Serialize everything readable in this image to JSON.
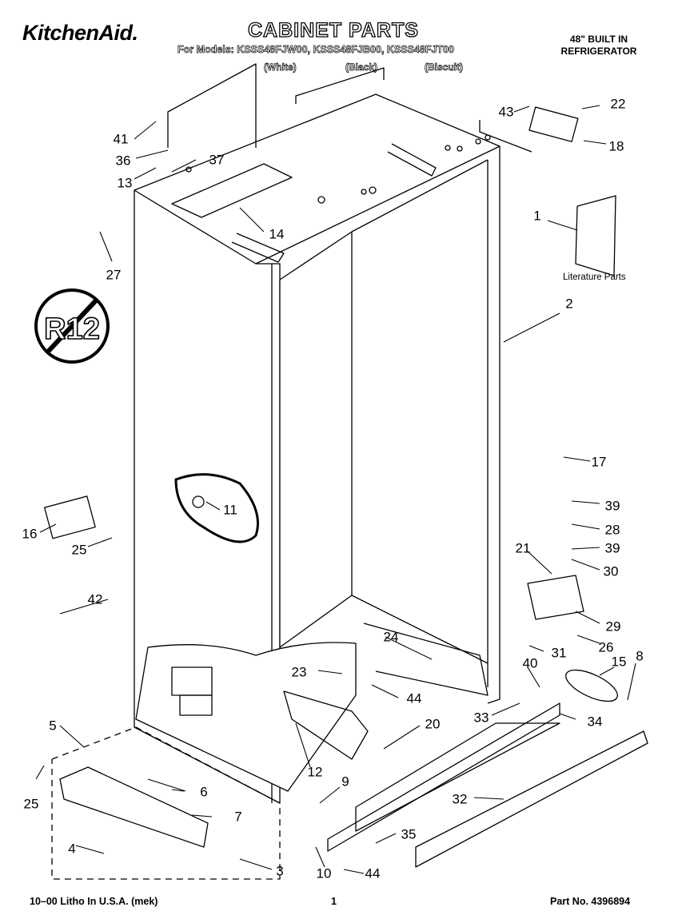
{
  "header": {
    "brand": "KitchenAid.",
    "title": "CABINET PARTS",
    "models_line": "For Models: KSSS48FJW00, KSSS48FJB00, KSSS48FJT00",
    "variants": [
      "(White)",
      "(Black)",
      "(Biscuit)"
    ],
    "product_line1": "48\" BUILT IN",
    "product_line2": "REFRIGERATOR"
  },
  "diagram": {
    "literature_label": "Literature Parts",
    "refrigerant_badge": "R12",
    "callouts": [
      "1",
      "2",
      "3",
      "4",
      "5",
      "6",
      "7",
      "8",
      "9",
      "10",
      "11",
      "12",
      "13",
      "14",
      "15",
      "16",
      "17",
      "18",
      "20",
      "21",
      "22",
      "23",
      "24",
      "25",
      "25",
      "26",
      "27",
      "28",
      "29",
      "30",
      "31",
      "32",
      "33",
      "34",
      "35",
      "36",
      "37",
      "39",
      "39",
      "40",
      "41",
      "42",
      "43",
      "44",
      "44"
    ]
  },
  "footer": {
    "left": "10–00 Litho In U.S.A. (mek)",
    "page": "1",
    "part_no": "Part No. 4396894"
  }
}
